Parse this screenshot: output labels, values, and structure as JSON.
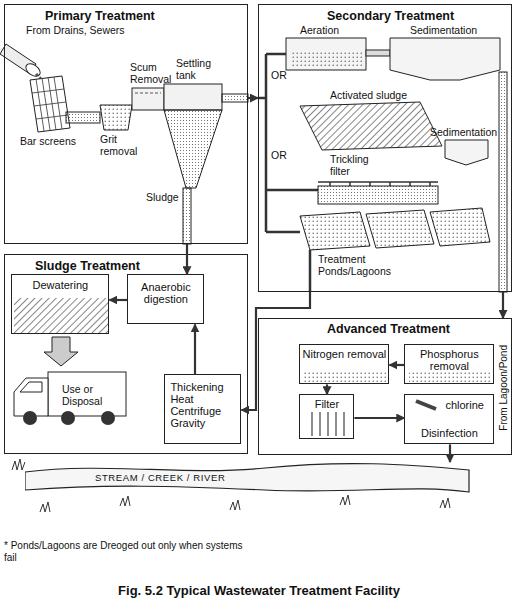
{
  "diagram": {
    "caption": "Fig. 5.2 Typical Wastewater Treatment Facility",
    "nodes": [
      {
        "text": [
          "Primary Treatment"
        ]
      },
      {
        "text": [
          "Secondary Treatment"
        ]
      },
      {
        "text": [
          "Sludge Treatment"
        ]
      },
      {
        "text": [
          "Advanced Treatment"
        ]
      },
      {
        "text": [
          "STREAM / CREEK / RIVER"
        ]
      },
      {
        "text": [
          "Dewatering"
        ],
        "in": 2
      },
      {
        "text": [
          "Anaerobic digestion"
        ],
        "in": 2
      },
      {
        "text": [
          "Thickening Heat Centrifuge Gravity"
        ],
        "in": 2
      },
      {
        "text": [
          "Nitrogen removal"
        ],
        "in": 3
      },
      {
        "text": [
          "Phosphorus removal"
        ],
        "in": 3
      },
      {
        "text": [
          "Filter"
        ],
        "in": 3
      },
      {
        "text": [
          "chlorine",
          "Disinfection"
        ],
        "in": 3
      }
    ],
    "edges": [
      {
        "from": 0,
        "to": 1,
        "arrow": "to"
      },
      {
        "from": 0,
        "to": 6,
        "arrow": "to"
      },
      {
        "from": 6,
        "to": 5,
        "arrow": "to"
      },
      {
        "from": 7,
        "to": 6,
        "arrow": "to"
      },
      {
        "from": 1,
        "to": 7,
        "arrow": "to"
      },
      {
        "from": 1,
        "to": 3,
        "arrow": "to"
      },
      {
        "from": 9,
        "to": 8,
        "arrow": "to"
      },
      {
        "from": 8,
        "to": 10,
        "arrow": "to"
      },
      {
        "from": 10,
        "to": 11,
        "arrow": "to"
      },
      {
        "from": 11,
        "to": 4,
        "arrow": "to"
      }
    ],
    "labels": [
      "From Drains, Sewers",
      "Scum Removal",
      "Settling tank",
      "Bar screens",
      "Grit removal",
      "Sludge",
      "Aeration",
      "Sedimentation",
      "OR",
      "Activated sludge",
      "OR",
      "Sedimentation",
      "Trickling filter",
      "Treatment Ponds/Lagoons",
      "Use or Disposal",
      "From Lagoon/Pond",
      "* Ponds/Lagoons are Dreoged out only when systems fail"
    ]
  }
}
